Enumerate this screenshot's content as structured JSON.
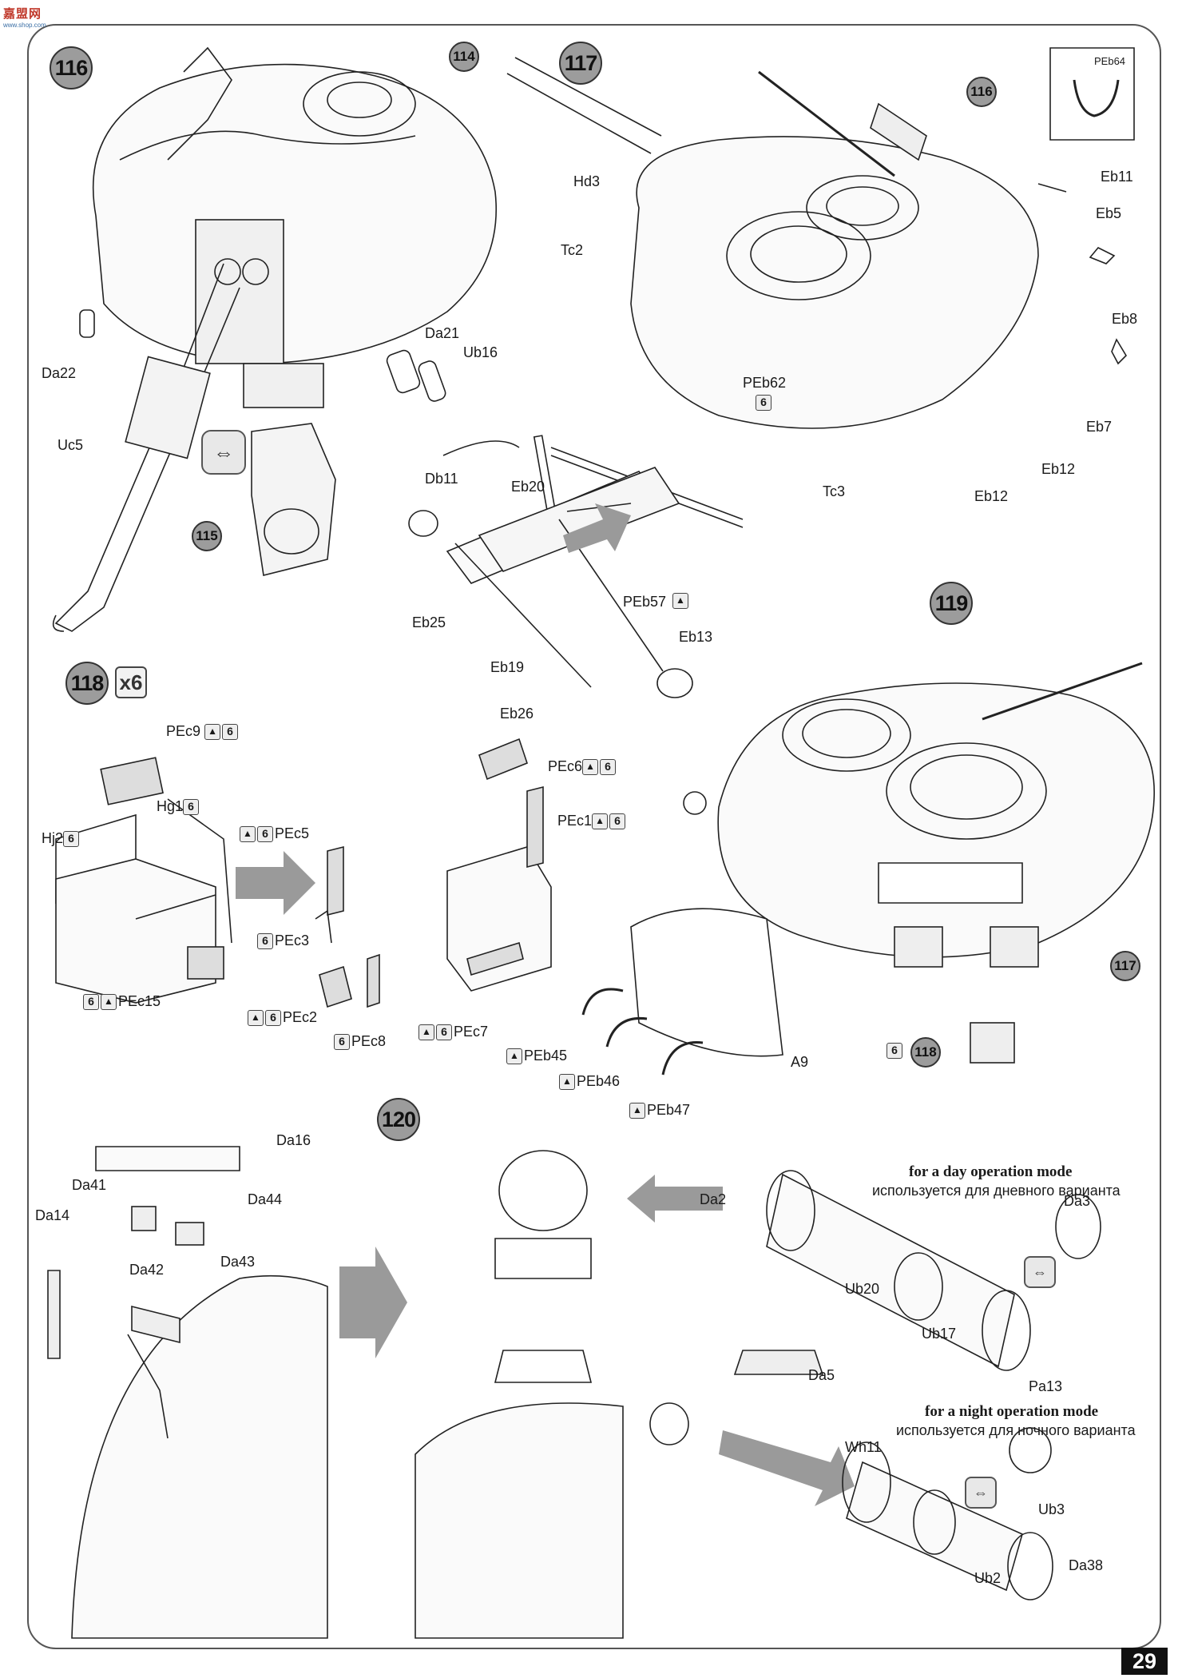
{
  "watermark": {
    "logo_text": "嘉盟网",
    "url_text": "www.shop.com"
  },
  "page_number": "29",
  "steps": {
    "s116": {
      "number": "116",
      "sub_step": "114",
      "ref_step": "115",
      "labels": [
        "Da22",
        "Uc5",
        "Da21",
        "Ub16"
      ]
    },
    "s117": {
      "number": "117",
      "ref_step": "116",
      "labels": [
        "PEb64",
        "Eb11",
        "Eb5",
        "Eb8",
        "Eb7",
        "Eb12",
        "Eb12",
        "Hd3",
        "Tc2",
        "PEb62",
        "Tc3",
        "Db11",
        "Eb20",
        "PEb57",
        "Eb25",
        "Eb13",
        "Eb19",
        "Eb26"
      ]
    },
    "s118": {
      "number": "118",
      "multiplier": "x6",
      "labels": [
        "PEc9",
        "Hg1",
        "Hj2",
        "PEc6",
        "PEc1",
        "PEc5",
        "PEc3",
        "PEc15",
        "PEc2",
        "PEc8",
        "PEc7"
      ]
    },
    "s119": {
      "number": "119",
      "ref_step_a": "117",
      "ref_step_b": "118",
      "labels": [
        "PEb45",
        "PEb46",
        "PEb47",
        "A9"
      ]
    },
    "s120": {
      "number": "120",
      "labels": [
        "Da16",
        "Da41",
        "Da44",
        "Da14",
        "Da42",
        "Da43",
        "Da2",
        "Da3",
        "Ub20",
        "Ub17",
        "Da5",
        "Pa13",
        "Wh11",
        "Ub3",
        "Ub2",
        "Da38"
      ],
      "day_note_en": "for a day operation mode",
      "day_note_ru": "используется для дневного варианта",
      "night_note_en": "for a night operation mode",
      "night_note_ru": "используется для ночного варианта"
    }
  },
  "icons": {
    "option_icon": "two-way-arrow-option-icon",
    "photo_etch_icon": "pe-part-icon",
    "mult_icon": "x6-multiplier-icon",
    "assembly_arrow": "assembly-direction-arrow-icon"
  },
  "colors": {
    "step_circle": "#9c9c9c",
    "arrow_grey": "#9a9a9a",
    "logo_red": "#c0392b"
  }
}
